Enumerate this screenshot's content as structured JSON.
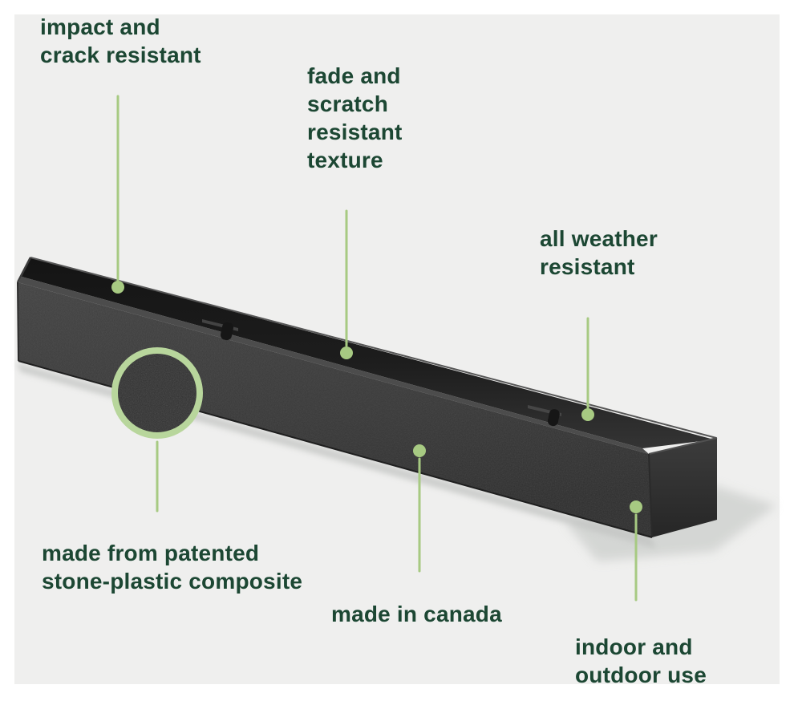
{
  "colors": {
    "text_green": "#1c4733",
    "leader_green": "#a7ca82",
    "ring_green": "#b8d69c",
    "panel_bg": "#efefee",
    "page_bg": "#ffffff",
    "product_dark": "#383838"
  },
  "labels": [
    {
      "id": "impact",
      "lines": [
        "impact and",
        "crack resistant"
      ]
    },
    {
      "id": "fade",
      "lines": [
        "fade and",
        "scratch",
        "resistant",
        "texture"
      ]
    },
    {
      "id": "weather",
      "lines": [
        "all weather",
        "resistant"
      ]
    },
    {
      "id": "composite",
      "lines": [
        "made from patented",
        "stone-plastic composite"
      ]
    },
    {
      "id": "canada",
      "lines": [
        "made in canada"
      ]
    },
    {
      "id": "indoor",
      "lines": [
        "indoor and",
        "outdoor use"
      ]
    }
  ]
}
